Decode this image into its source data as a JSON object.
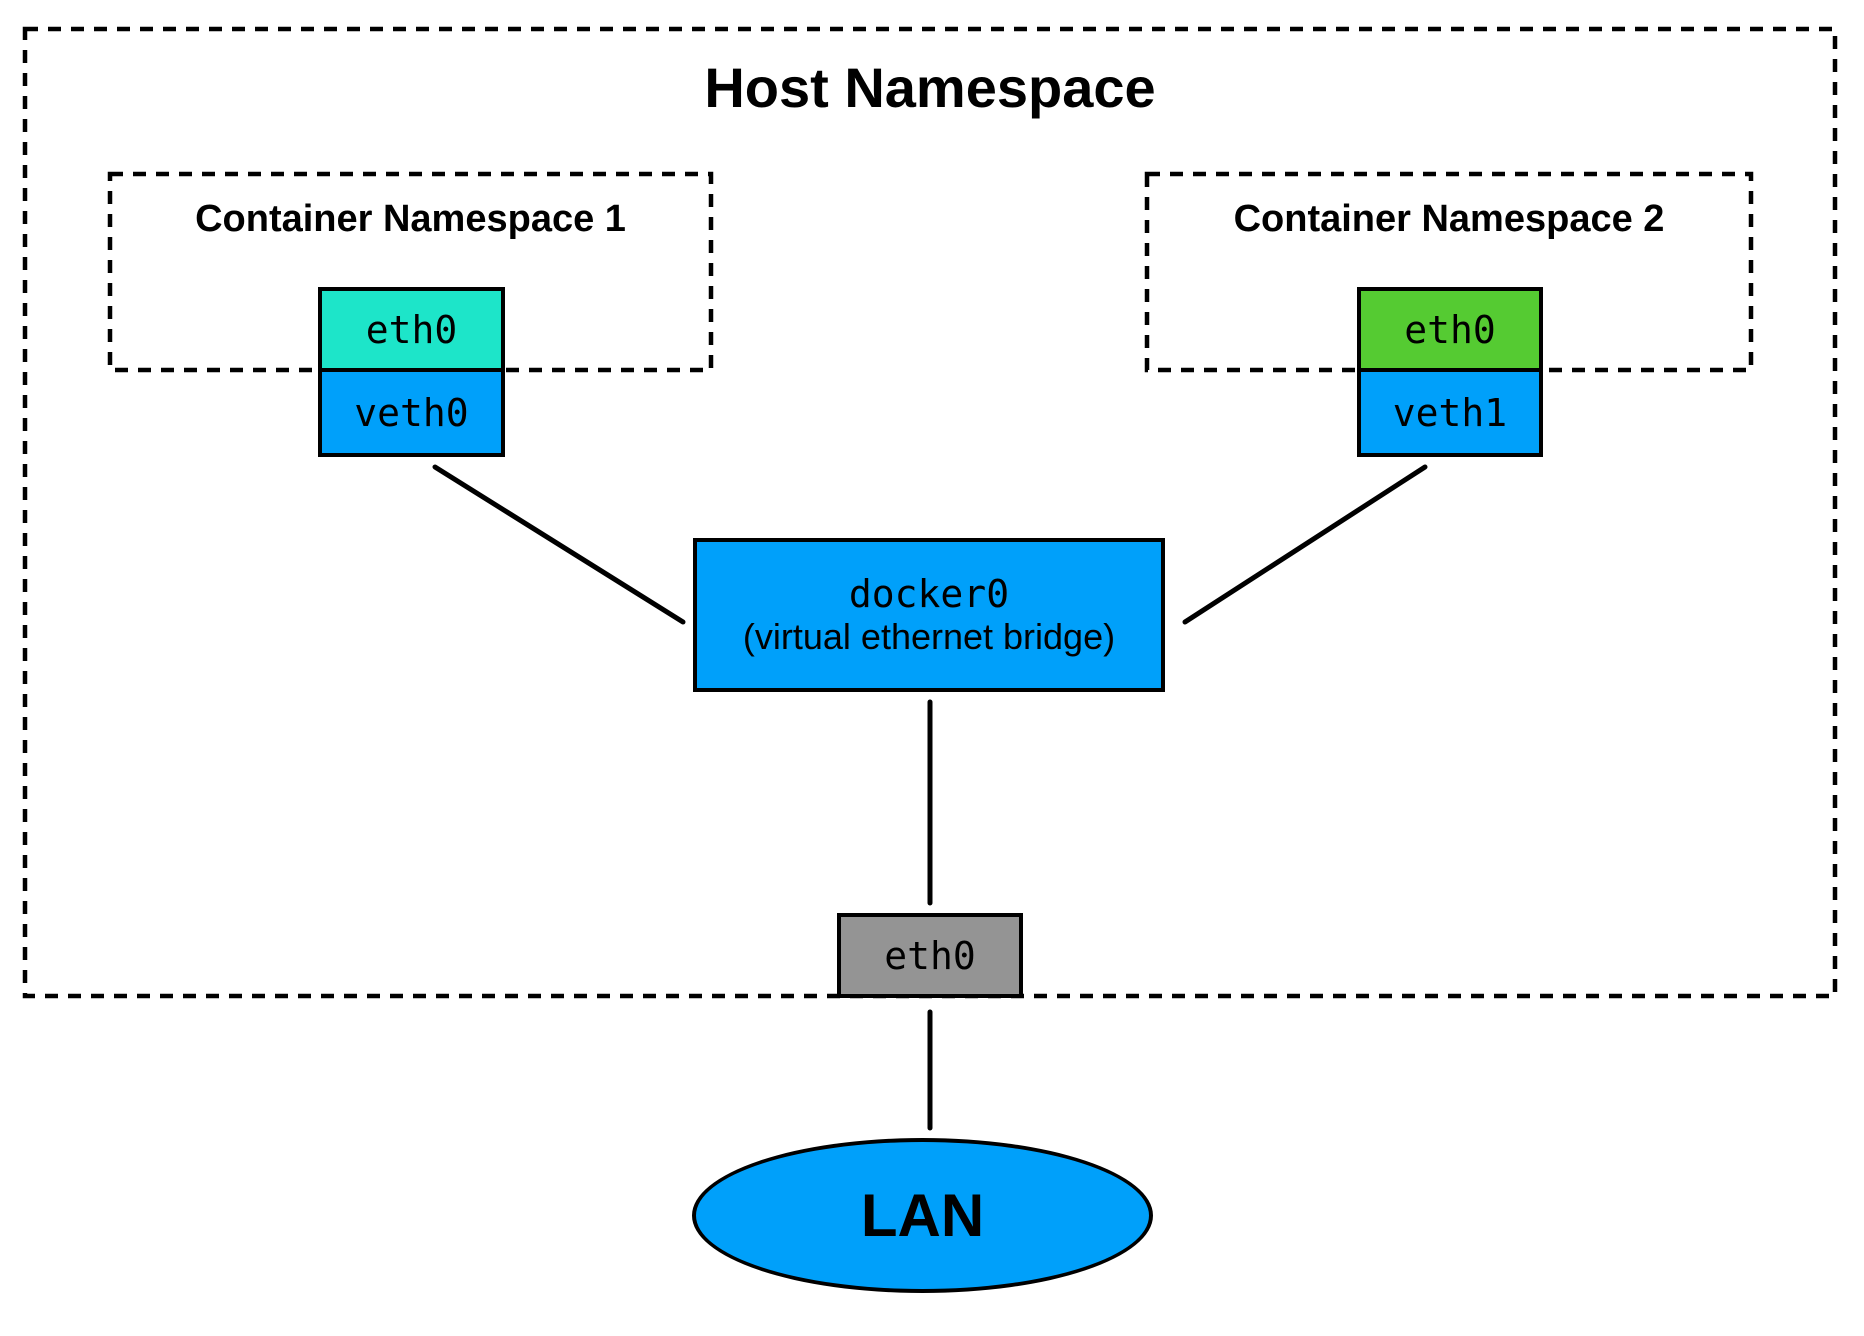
{
  "diagram": {
    "title": "Host Namespace",
    "containers": [
      {
        "label": "Container Namespace 1",
        "eth_label": "eth0",
        "veth_label": "veth0"
      },
      {
        "label": "Container Namespace 2",
        "eth_label": "eth0",
        "veth_label": "veth1"
      }
    ],
    "bridge": {
      "name": "docker0",
      "note": "(virtual ethernet bridge)"
    },
    "host_interface": {
      "label": "eth0"
    },
    "lan": {
      "label": "LAN"
    },
    "edges": [
      {
        "from": "veth0",
        "to": "docker0"
      },
      {
        "from": "veth1",
        "to": "docker0"
      },
      {
        "from": "docker0",
        "to": "host eth0"
      },
      {
        "from": "host eth0",
        "to": "LAN"
      }
    ],
    "colors": {
      "container1_eth_fill": "#1DE5C9",
      "container2_eth_fill": "#55CB32",
      "veth_fill": "#00A0FA",
      "bridge_fill": "#00A0FA",
      "host_eth_fill": "#949494",
      "lan_fill": "#00A0FA",
      "stroke": "#000000",
      "background": "#FFFFFF"
    }
  }
}
